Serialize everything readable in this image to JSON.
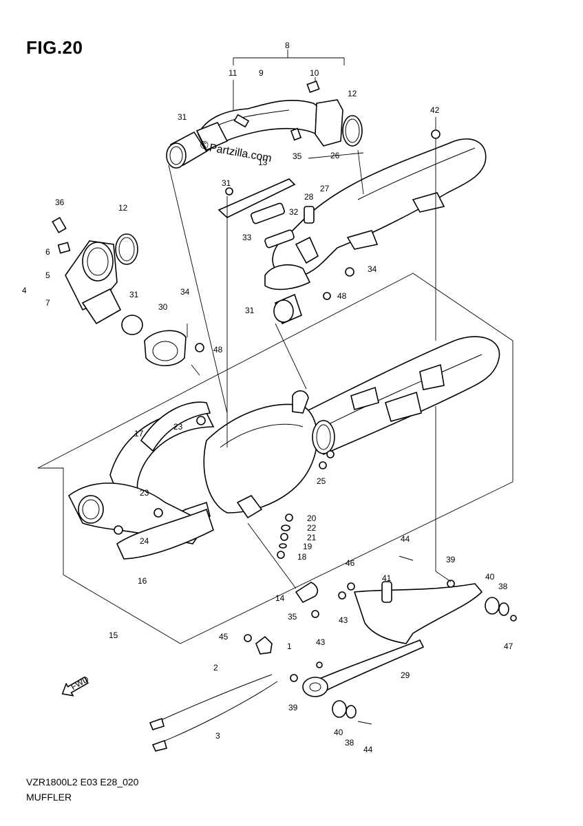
{
  "header": {
    "title": "FIG.20"
  },
  "watermark": {
    "text": "Partzilla.com"
  },
  "footer": {
    "code": "VZR1800L2 E03 E28_020",
    "caption": "MUFFLER"
  },
  "fwd_mark": {
    "text": "FWD",
    "icon": "arrow-left-icon"
  },
  "callouts": [
    {
      "id": "c8",
      "text": "8"
    },
    {
      "id": "c11",
      "text": "11"
    },
    {
      "id": "c9",
      "text": "9"
    },
    {
      "id": "c10",
      "text": "10"
    },
    {
      "id": "c12a",
      "text": "12"
    },
    {
      "id": "c31a",
      "text": "31"
    },
    {
      "id": "c35a",
      "text": "35"
    },
    {
      "id": "c42",
      "text": "42"
    },
    {
      "id": "c31b",
      "text": "31"
    },
    {
      "id": "c13",
      "text": "13"
    },
    {
      "id": "c26",
      "text": "26"
    },
    {
      "id": "c28",
      "text": "28"
    },
    {
      "id": "c27",
      "text": "27"
    },
    {
      "id": "c32",
      "text": "32"
    },
    {
      "id": "c33",
      "text": "33"
    },
    {
      "id": "c34a",
      "text": "34"
    },
    {
      "id": "c48a",
      "text": "48"
    },
    {
      "id": "c31c",
      "text": "31"
    },
    {
      "id": "c36",
      "text": "36"
    },
    {
      "id": "c12b",
      "text": "12"
    },
    {
      "id": "c6",
      "text": "6"
    },
    {
      "id": "c5",
      "text": "5"
    },
    {
      "id": "c4",
      "text": "4"
    },
    {
      "id": "c7",
      "text": "7"
    },
    {
      "id": "c31d",
      "text": "31"
    },
    {
      "id": "c30",
      "text": "30"
    },
    {
      "id": "c34b",
      "text": "34"
    },
    {
      "id": "c48b",
      "text": "48"
    },
    {
      "id": "c17",
      "text": "17"
    },
    {
      "id": "c23a",
      "text": "23"
    },
    {
      "id": "c23b",
      "text": "23"
    },
    {
      "id": "c24",
      "text": "24"
    },
    {
      "id": "c16",
      "text": "16"
    },
    {
      "id": "c25",
      "text": "25"
    },
    {
      "id": "c20",
      "text": "20"
    },
    {
      "id": "c22",
      "text": "22"
    },
    {
      "id": "c21",
      "text": "21"
    },
    {
      "id": "c19",
      "text": "19"
    },
    {
      "id": "c18",
      "text": "18"
    },
    {
      "id": "c44a",
      "text": "44"
    },
    {
      "id": "c39a",
      "text": "39"
    },
    {
      "id": "c46",
      "text": "46"
    },
    {
      "id": "c41",
      "text": "41"
    },
    {
      "id": "c40a",
      "text": "40"
    },
    {
      "id": "c38a",
      "text": "38"
    },
    {
      "id": "c47",
      "text": "47"
    },
    {
      "id": "c14",
      "text": "14"
    },
    {
      "id": "c35b",
      "text": "35"
    },
    {
      "id": "c43a",
      "text": "43"
    },
    {
      "id": "c15",
      "text": "15"
    },
    {
      "id": "c45",
      "text": "45"
    },
    {
      "id": "c1",
      "text": "1"
    },
    {
      "id": "c43b",
      "text": "43"
    },
    {
      "id": "c29",
      "text": "29"
    },
    {
      "id": "c2",
      "text": "2"
    },
    {
      "id": "c39b",
      "text": "39"
    },
    {
      "id": "c40b",
      "text": "40"
    },
    {
      "id": "c38b",
      "text": "38"
    },
    {
      "id": "c44b",
      "text": "44"
    },
    {
      "id": "c3",
      "text": "3"
    }
  ]
}
